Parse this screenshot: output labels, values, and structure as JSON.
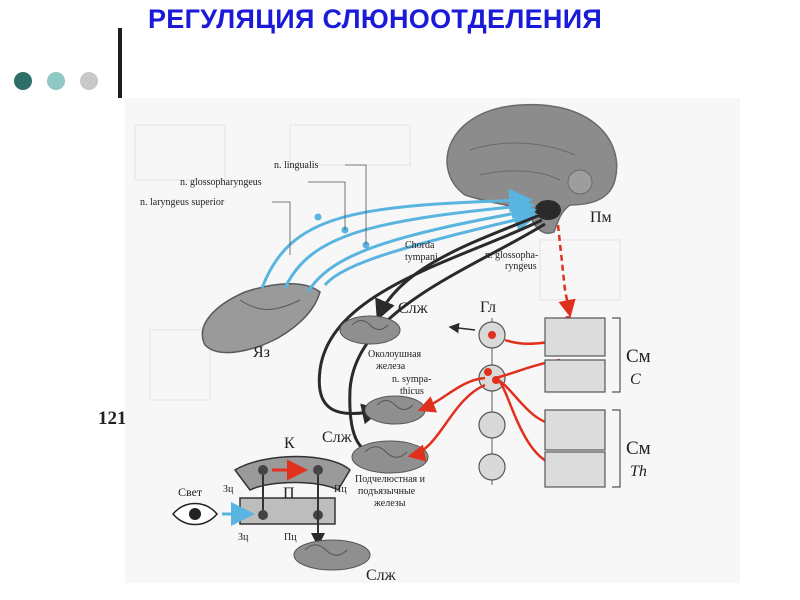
{
  "slide": {
    "title": "РЕГУЛЯЦИЯ СЛЮНООТДЕЛЕНИЯ",
    "page_number": "121",
    "dots": [
      "#2f6f6a",
      "#8fc7c4",
      "#c8c8c8"
    ]
  },
  "diagram": {
    "nerves": {
      "lingualis": "n. lingualis",
      "glossopharyngeus": "n. glossopharyngeus",
      "laryngeus": "n. laryngeus superior",
      "chorda_1": "Chorda",
      "chorda_2": "tympani",
      "glosso_2_1": "n. glossopha-",
      "glosso_2_2": "ryngeus"
    },
    "structures": {
      "tongue": "Яз",
      "medulla": "Пм",
      "gland_top": "Слж",
      "gland_mid": "Слж",
      "gland_bottom": "Слж",
      "ganglion": "Гл",
      "parotid_1": "Околоушная",
      "parotid_2": "железа",
      "sympathicus_1": "n. sympa-",
      "sympathicus_2": "thicus",
      "submandibular_1": "Подчелюстная и",
      "submandibular_2": "подъязычные",
      "submandibular_3": "железы",
      "spinal_c_label": "См",
      "spinal_c_sub": "C",
      "spinal_th_label": "См",
      "spinal_th_sub": "Th"
    },
    "reflex": {
      "cortex": "К",
      "subcortex": "П",
      "light": "Свет",
      "zc_top": "Зц",
      "pc_top": "Пц",
      "zc_bottom": "Зц",
      "pc_bottom": "Пц"
    },
    "colors": {
      "afferent": "#5ab4e0",
      "efferent": "#2a2a2a",
      "sympathetic": "#e0301e",
      "gray": "#8c8c8c"
    }
  }
}
